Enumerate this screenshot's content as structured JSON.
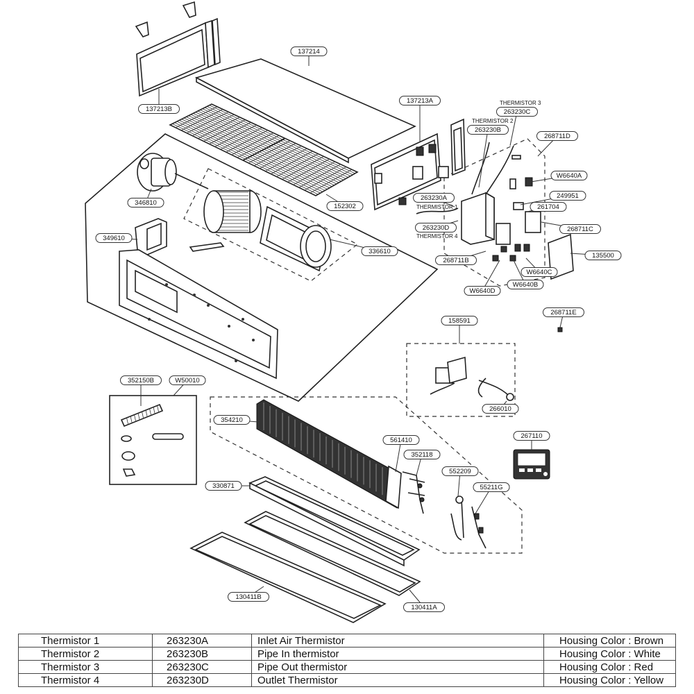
{
  "callouts": [
    {
      "id": "137214",
      "label": "137214"
    },
    {
      "id": "137213B",
      "label": "137213B"
    },
    {
      "id": "137213A",
      "label": "137213A"
    },
    {
      "id": "263230C",
      "label": "263230C"
    },
    {
      "id": "263230B",
      "label": "263230B"
    },
    {
      "id": "268711D",
      "label": "268711D"
    },
    {
      "id": "W6640A",
      "label": "W6640A"
    },
    {
      "id": "249951",
      "label": "249951"
    },
    {
      "id": "261704",
      "label": "261704"
    },
    {
      "id": "268711C",
      "label": "268711C"
    },
    {
      "id": "135500",
      "label": "135500"
    },
    {
      "id": "263230A",
      "label": "263230A"
    },
    {
      "id": "263230D",
      "label": "263230D"
    },
    {
      "id": "268711B",
      "label": "268711B"
    },
    {
      "id": "W6640C",
      "label": "W6640C"
    },
    {
      "id": "W6640D",
      "label": "W6640D"
    },
    {
      "id": "W6640B",
      "label": "W6640B"
    },
    {
      "id": "268711E",
      "label": "268711E"
    },
    {
      "id": "346810",
      "label": "346810"
    },
    {
      "id": "152302",
      "label": "152302"
    },
    {
      "id": "349610",
      "label": "349610"
    },
    {
      "id": "336610",
      "label": "336610"
    },
    {
      "id": "158591",
      "label": "158591"
    },
    {
      "id": "266010",
      "label": "266010"
    },
    {
      "id": "352150B",
      "label": "352150B"
    },
    {
      "id": "W50010",
      "label": "W50010"
    },
    {
      "id": "354210",
      "label": "354210"
    },
    {
      "id": "561410",
      "label": "561410"
    },
    {
      "id": "352118",
      "label": "352118"
    },
    {
      "id": "267110",
      "label": "267110"
    },
    {
      "id": "552209",
      "label": "552209"
    },
    {
      "id": "55211G",
      "label": "55211G"
    },
    {
      "id": "330871",
      "label": "330871"
    },
    {
      "id": "130411B",
      "label": "130411B"
    },
    {
      "id": "130411A",
      "label": "130411A"
    }
  ],
  "thermistor_labels": {
    "t3": "THERMISTOR 3",
    "t2": "THERMISTOR 2",
    "t1": "THERMISTOR 1",
    "t4": "THERMISTOR 4"
  },
  "legend": [
    {
      "name": "Thermistor 1",
      "part": "263230A",
      "description": "Inlet Air Thermistor",
      "housing": "Housing Color : Brown"
    },
    {
      "name": "Thermistor 2",
      "part": "263230B",
      "description": "Pipe In thermistor",
      "housing": "Housing Color : White"
    },
    {
      "name": "Thermistor 3",
      "part": "263230C",
      "description": "Pipe Out thermistor",
      "housing": "Housing Color : Red"
    },
    {
      "name": "Thermistor 4",
      "part": "263230D",
      "description": "Outlet Thermistor",
      "housing": "Housing Color : Yellow"
    }
  ]
}
